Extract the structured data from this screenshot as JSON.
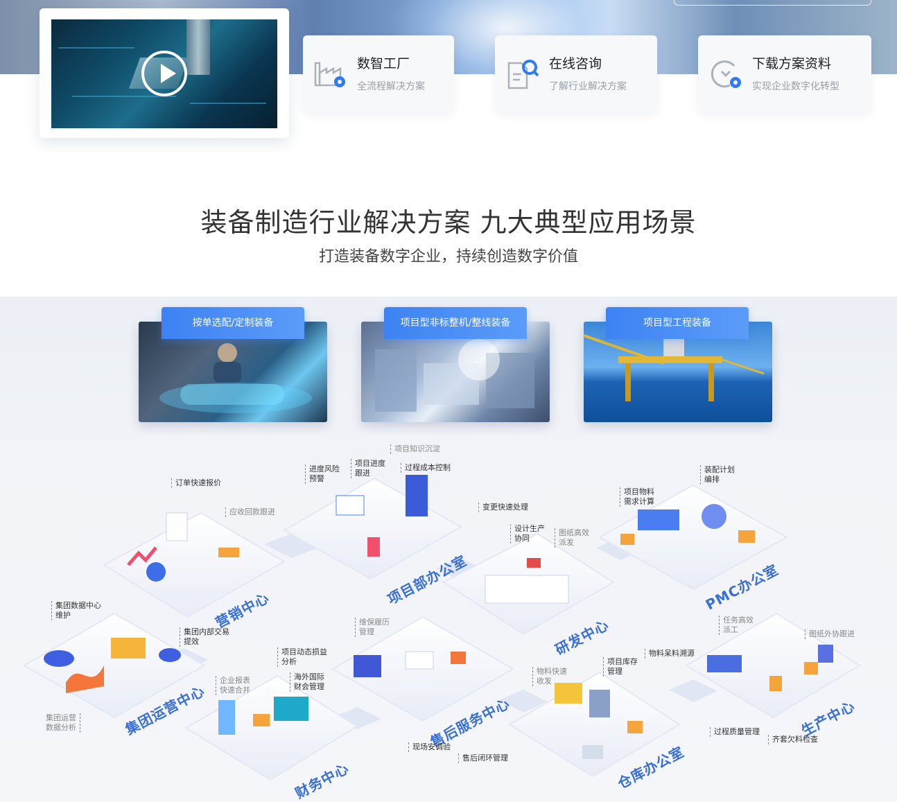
{
  "top_cards": [
    {
      "title": "数智工厂",
      "subtitle": "全流程解决方案",
      "icon": "factory-gear-icon"
    },
    {
      "title": "在线咨询",
      "subtitle": "了解行业解决方案",
      "icon": "document-search-icon"
    },
    {
      "title": "下载方案资料",
      "subtitle": "实现企业数字化转型",
      "icon": "download-gear-icon"
    }
  ],
  "video": {
    "icon": "play-icon"
  },
  "section": {
    "title": "装备制造行业解决方案 九大典型应用场景",
    "subtitle": "打造装备数字企业，持续创造数字价值"
  },
  "scenarios": [
    {
      "label": "按单选配/定制装备"
    },
    {
      "label": "项目型非标整机/整线装备"
    },
    {
      "label": "项目型工程装备"
    }
  ],
  "zones": {
    "marketing": "营销中心",
    "project_office": "项目部办公室",
    "rnd": "研发中心",
    "pmc": "PMC办公室",
    "group_ops": "集团运营中心",
    "finance": "财务中心",
    "after_sales": "售后服务中心",
    "warehouse": "仓库办公室",
    "production": "生产中心"
  },
  "annotations": {
    "order_quote": "订单快速报价",
    "receivable": "应收回款跟进",
    "progress_risk": "进度风险\n预警",
    "progress_track": "项目进度\n跟进",
    "knowledge": "项目知识沉淀",
    "cost_control": "过程成本控制",
    "change": "变更快速处理",
    "design_prod": "设计生产\n协同",
    "drawing_dispatch": "图纸高效\n派发",
    "material_calc": "项目物料\n需求计算",
    "assembly_plan": "装配计划\n编排",
    "group_data": "集团数据中心\n维护",
    "internal_trade": "集团内部交易\n提效",
    "group_analysis": "集团运营\n数据分析",
    "report_merge": "企业报表\n快速合并",
    "pnl": "项目动态损益\n分析",
    "intl_account": "海外国际\n财会管理",
    "maintenance": "维保履历\n管理",
    "onsite": "现场安调验",
    "after_loop": "售后闭环管理",
    "material_receive": "物料快速\n收发",
    "inventory": "项目库存\n管理",
    "traceability": "物料呆料溯源",
    "task_dispatch": "任务高效\n派工",
    "outsource": "图纸外协跟进",
    "quality": "过程质量管理",
    "kitting": "齐套欠料检查"
  },
  "colors": {
    "accent": "#3d82f3",
    "zone_label": "#3a6fd6",
    "platform": "#ffffff"
  }
}
